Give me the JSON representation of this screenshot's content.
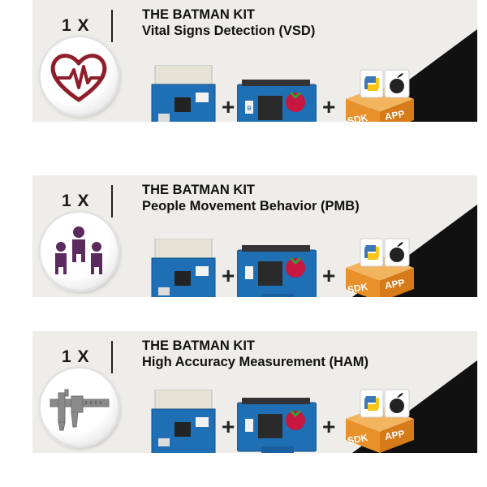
{
  "kits": [
    {
      "quantity": "1 X",
      "title": "THE BATMAN KIT",
      "subtitle": "Vital Signs Detection (VSD)",
      "icon": "heart-pulse-icon",
      "plus_1": "+",
      "plus_2": "+",
      "sdk_label": "SDK",
      "app_label": "APP"
    },
    {
      "quantity": "1 X",
      "title": "THE BATMAN KIT",
      "subtitle": "People Movement Behavior (PMB)",
      "icon": "people-icon",
      "plus_1": "+",
      "plus_2": "+",
      "sdk_label": "SDK",
      "app_label": "APP"
    },
    {
      "quantity": "1 X",
      "title": "THE BATMAN KIT",
      "subtitle": "High Accuracy Measurement (HAM)",
      "icon": "caliper-icon",
      "plus_1": "+",
      "plus_2": "+",
      "sdk_label": "SDK",
      "app_label": "APP"
    }
  ],
  "colors": {
    "panel_background": "#eeedea",
    "corner_black": "#111111",
    "heart_icon": "#8e1f2a",
    "people_icon": "#5b2a5e",
    "caliper_icon": "#8a8a8a",
    "board_blue": "#1f6fb5",
    "box_orange": "#e8902a"
  }
}
